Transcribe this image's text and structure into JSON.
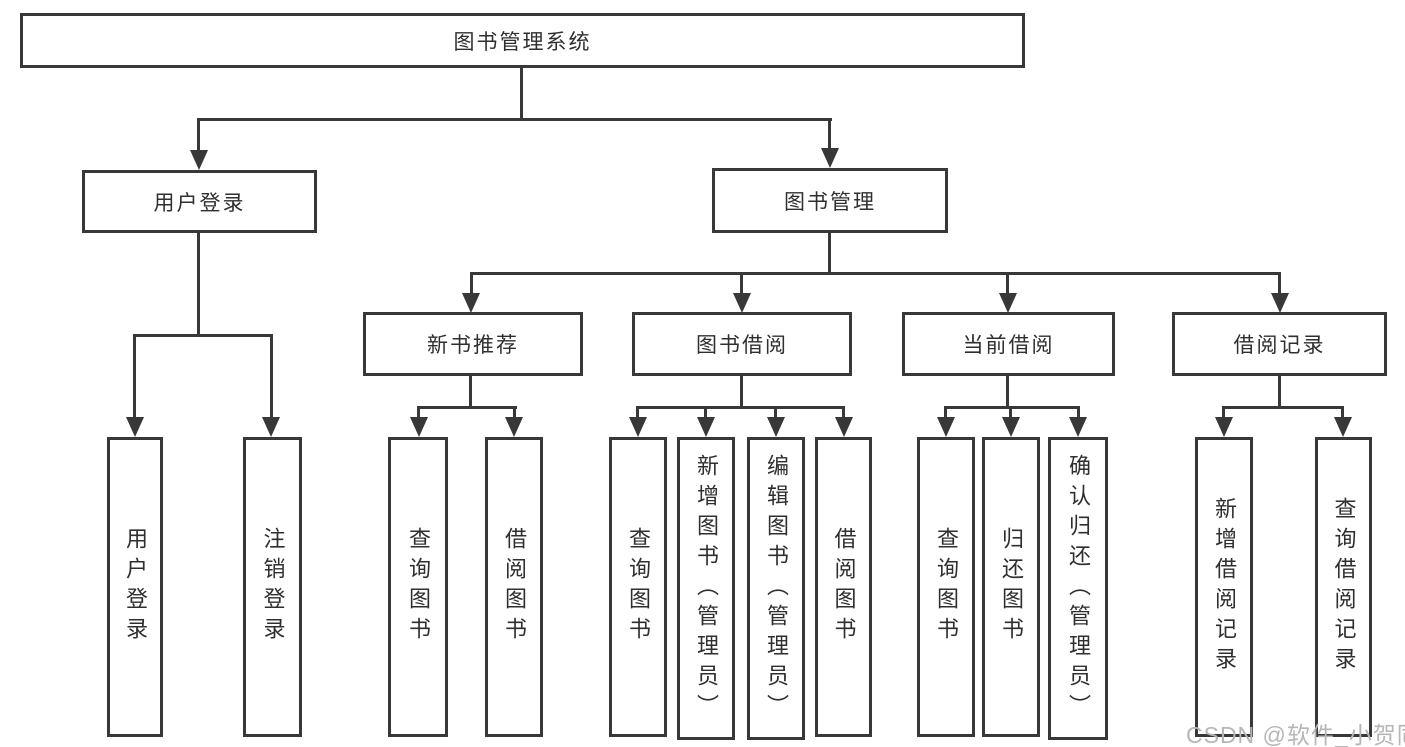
{
  "diagram_title": "图书管理系统",
  "tree": {
    "label": "图书管理系统",
    "children": [
      {
        "label": "用户登录",
        "children": [
          {
            "label": "用户登录"
          },
          {
            "label": "注销登录"
          }
        ]
      },
      {
        "label": "图书管理",
        "children": [
          {
            "label": "新书推荐",
            "children": [
              {
                "label": "查询图书"
              },
              {
                "label": "借阅图书"
              }
            ]
          },
          {
            "label": "图书借阅",
            "children": [
              {
                "label": "查询图书"
              },
              {
                "label": "新增图书（管理员）"
              },
              {
                "label": "编辑图书（管理员）"
              },
              {
                "label": "借阅图书"
              }
            ]
          },
          {
            "label": "当前借阅",
            "children": [
              {
                "label": "查询图书"
              },
              {
                "label": "归还图书"
              },
              {
                "label": "确认归还（管理员）"
              }
            ]
          },
          {
            "label": "借阅记录",
            "children": [
              {
                "label": "新增借阅记录"
              },
              {
                "label": "查询借阅记录"
              }
            ]
          }
        ]
      }
    ]
  },
  "watermark": {
    "text": "CSDN @软件_小贺同学"
  },
  "colors": {
    "stroke": "#383838",
    "text": "#2f2f2f",
    "background": "#ffffff",
    "watermark": "#b6b6b6"
  }
}
